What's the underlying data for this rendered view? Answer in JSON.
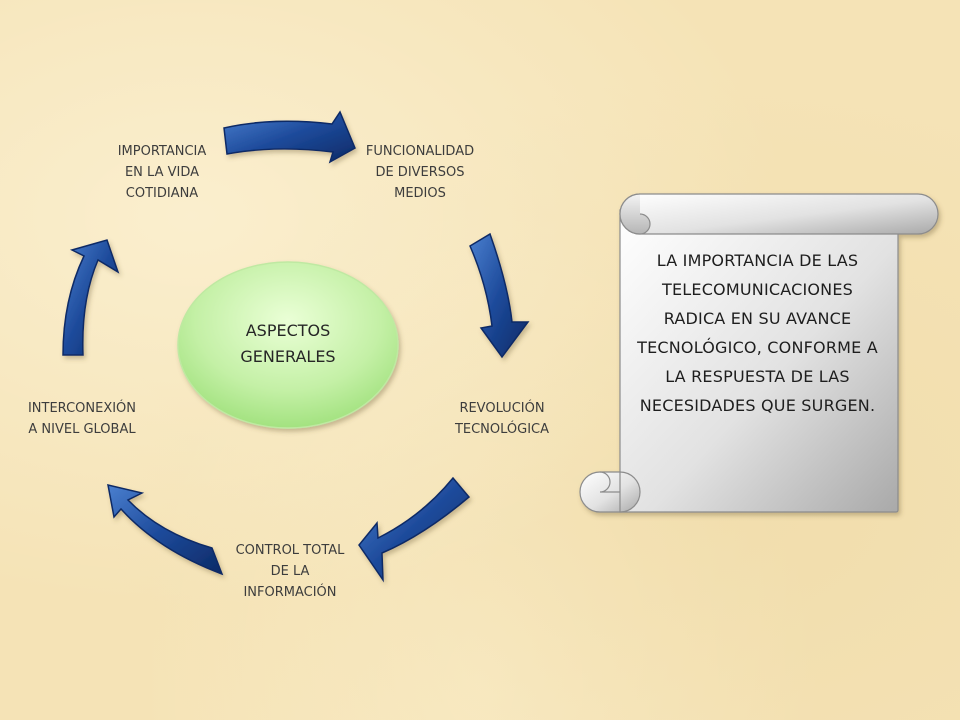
{
  "diagram": {
    "center": "ASPECTOS\nGENERALES",
    "nodes": [
      {
        "id": "funcionalidad",
        "label": "FUNCIONALIDAD\nDE DIVERSOS\nMEDIOS"
      },
      {
        "id": "revolucion",
        "label": "REVOLUCIÓN\nTECNOLÓGICA"
      },
      {
        "id": "control",
        "label": "CONTROL TOTAL\nDE LA\nINFORMACIÓN"
      },
      {
        "id": "interconexion",
        "label": "INTERCONEXIÓN\nA NIVEL GLOBAL"
      },
      {
        "id": "importancia",
        "label": "IMPORTANCIA\nEN LA VIDA\nCOTIDIANA"
      }
    ],
    "scroll_text": "LA IMPORTANCIA DE LAS TELECOMUNICACIONES RADICA EN SU AVANCE TECNOLÓGICO, CONFORME A LA RESPUESTA DE LAS NECESIDADES QUE SURGEN."
  },
  "colors": {
    "arrow_dark": "#0c2a66",
    "arrow_light": "#4a7fcf",
    "ellipse_light": "#eaffd6",
    "ellipse_dark": "#9bdf77",
    "scroll_light": "#ffffff",
    "scroll_dark": "#a9a9a9"
  }
}
